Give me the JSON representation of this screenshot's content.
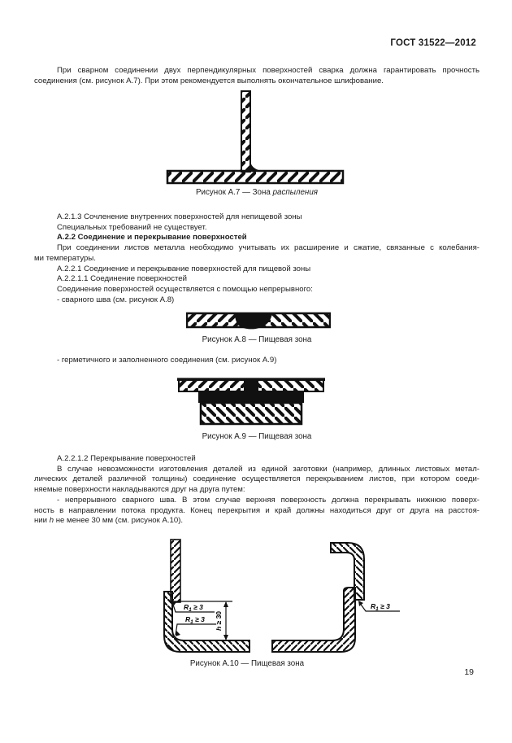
{
  "page": {
    "doc_number": "ГОСТ 31522—2012",
    "number": "19"
  },
  "intro_lines": [
    {
      "text": "При сварном соединении двух перпендикулярных поверхностей сварка должна гарантировать прочность",
      "indent": true,
      "justify": true
    },
    {
      "text": "соединения (см. рисунок А.7). При этом рекомендуется выполнять окончательное шлифование."
    }
  ],
  "figure_a7": {
    "caption_text": "Рисунок А.7 — Зона ",
    "caption_italic": "распыления"
  },
  "section_lines": [
    {
      "text": "А.2.1.3 Сочленение внутренних поверхностей для непищевой зоны",
      "indent": true
    },
    {
      "text": "Специальных требований не существует.",
      "indent": true
    },
    {
      "text": "А.2.2 Соединение и перекрывание поверхностей",
      "indent": true,
      "bold": true
    },
    {
      "text": "При соединении листов металла необходимо учитывать их расширение и сжатие, связанные с колебания-",
      "indent": true,
      "justify": true
    },
    {
      "text": "ми температуры."
    },
    {
      "text": "А.2.2.1 Соединение и перекрывание поверхностей для пищевой зоны",
      "indent": true
    },
    {
      "text": "А.2.2.1.1 Соединение поверхностей",
      "indent": true
    },
    {
      "text": "Соединение поверхностей осуществляется с помощью непрерывного:",
      "indent": true
    },
    {
      "text": "- сварного шва (см. рисунок А.8)",
      "indent": true
    }
  ],
  "figure_a8": {
    "caption": "Рисунок А.8 — Пищевая зона"
  },
  "bullet_a9_lines": [
    {
      "text": "- герметичного и заполненного соединения (см. рисунок А.9)",
      "indent": true
    }
  ],
  "figure_a9": {
    "caption": "Рисунок А.9 — Пищевая зона"
  },
  "overlap_lines": [
    {
      "text": "А.2.2.1.2 Перекрывание поверхностей",
      "indent": true
    },
    {
      "text": "В случае невозможности изготовления деталей из единой заготовки (например, длинных листовых метал-",
      "indent": true,
      "justify": true
    },
    {
      "text": "лических деталей различной толщины) соединение осуществляется перекрыванием листов, при котором соеди-",
      "justify": true
    },
    {
      "text": "няемые поверхности накладываются друг на друга путем:"
    },
    {
      "text": "- непрерывного сварного шва. В этом случае верхняя поверхность должна перекрывать нижнюю поверх-",
      "indent": true,
      "justify": true
    },
    {
      "text": "ность в направлении потока продукта. Конец перекрытия и край должны находиться друг от друга на расстоя-",
      "justify": true
    },
    {
      "pre": "нии ",
      "italic": "h",
      "post": " не менее 30 мм (см. рисунок А.10)."
    }
  ],
  "figure_a10": {
    "caption": "Рисунок А.10 — Пищевая зона",
    "label_r": "R",
    "label_r_sub": "1",
    "label_r_val": " ≥ 3",
    "label_h_it": "h",
    "label_h_val": " ≥ 30"
  }
}
